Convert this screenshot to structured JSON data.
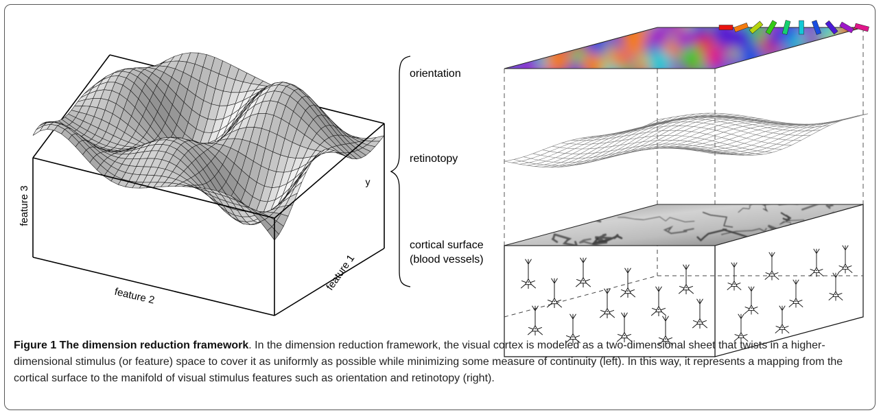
{
  "figure": {
    "left_panel": {
      "axis_feature3": "feature 3",
      "axis_feature2": "feature 2",
      "axis_feature1": "feature 1",
      "axis_y": "y"
    },
    "right_panel": {
      "layers": [
        "orientation",
        "retinotopy",
        "cortical surface",
        "(blood vessels)"
      ],
      "orientation_key_colors": [
        "#e8130f",
        "#f47c10",
        "#b6d40f",
        "#35c916",
        "#15d06f",
        "#12c8d6",
        "#1a4de0",
        "#4a1ad6",
        "#9e18c9",
        "#e0168a"
      ]
    }
  },
  "caption": {
    "label": "Figure 1 The dimension reduction framework",
    "text": ". In the dimension reduction framework, the visual cortex is modeled as a two-dimensional sheet that twists in a higher-dimensional stimulus (or feature) space to cover it as uniformly as possible while minimizing some measure of continuity (left). In this way, it represents a mapping from the cortical surface to the manifold of visual stimulus features such as orientation and retinotopy (right)."
  }
}
